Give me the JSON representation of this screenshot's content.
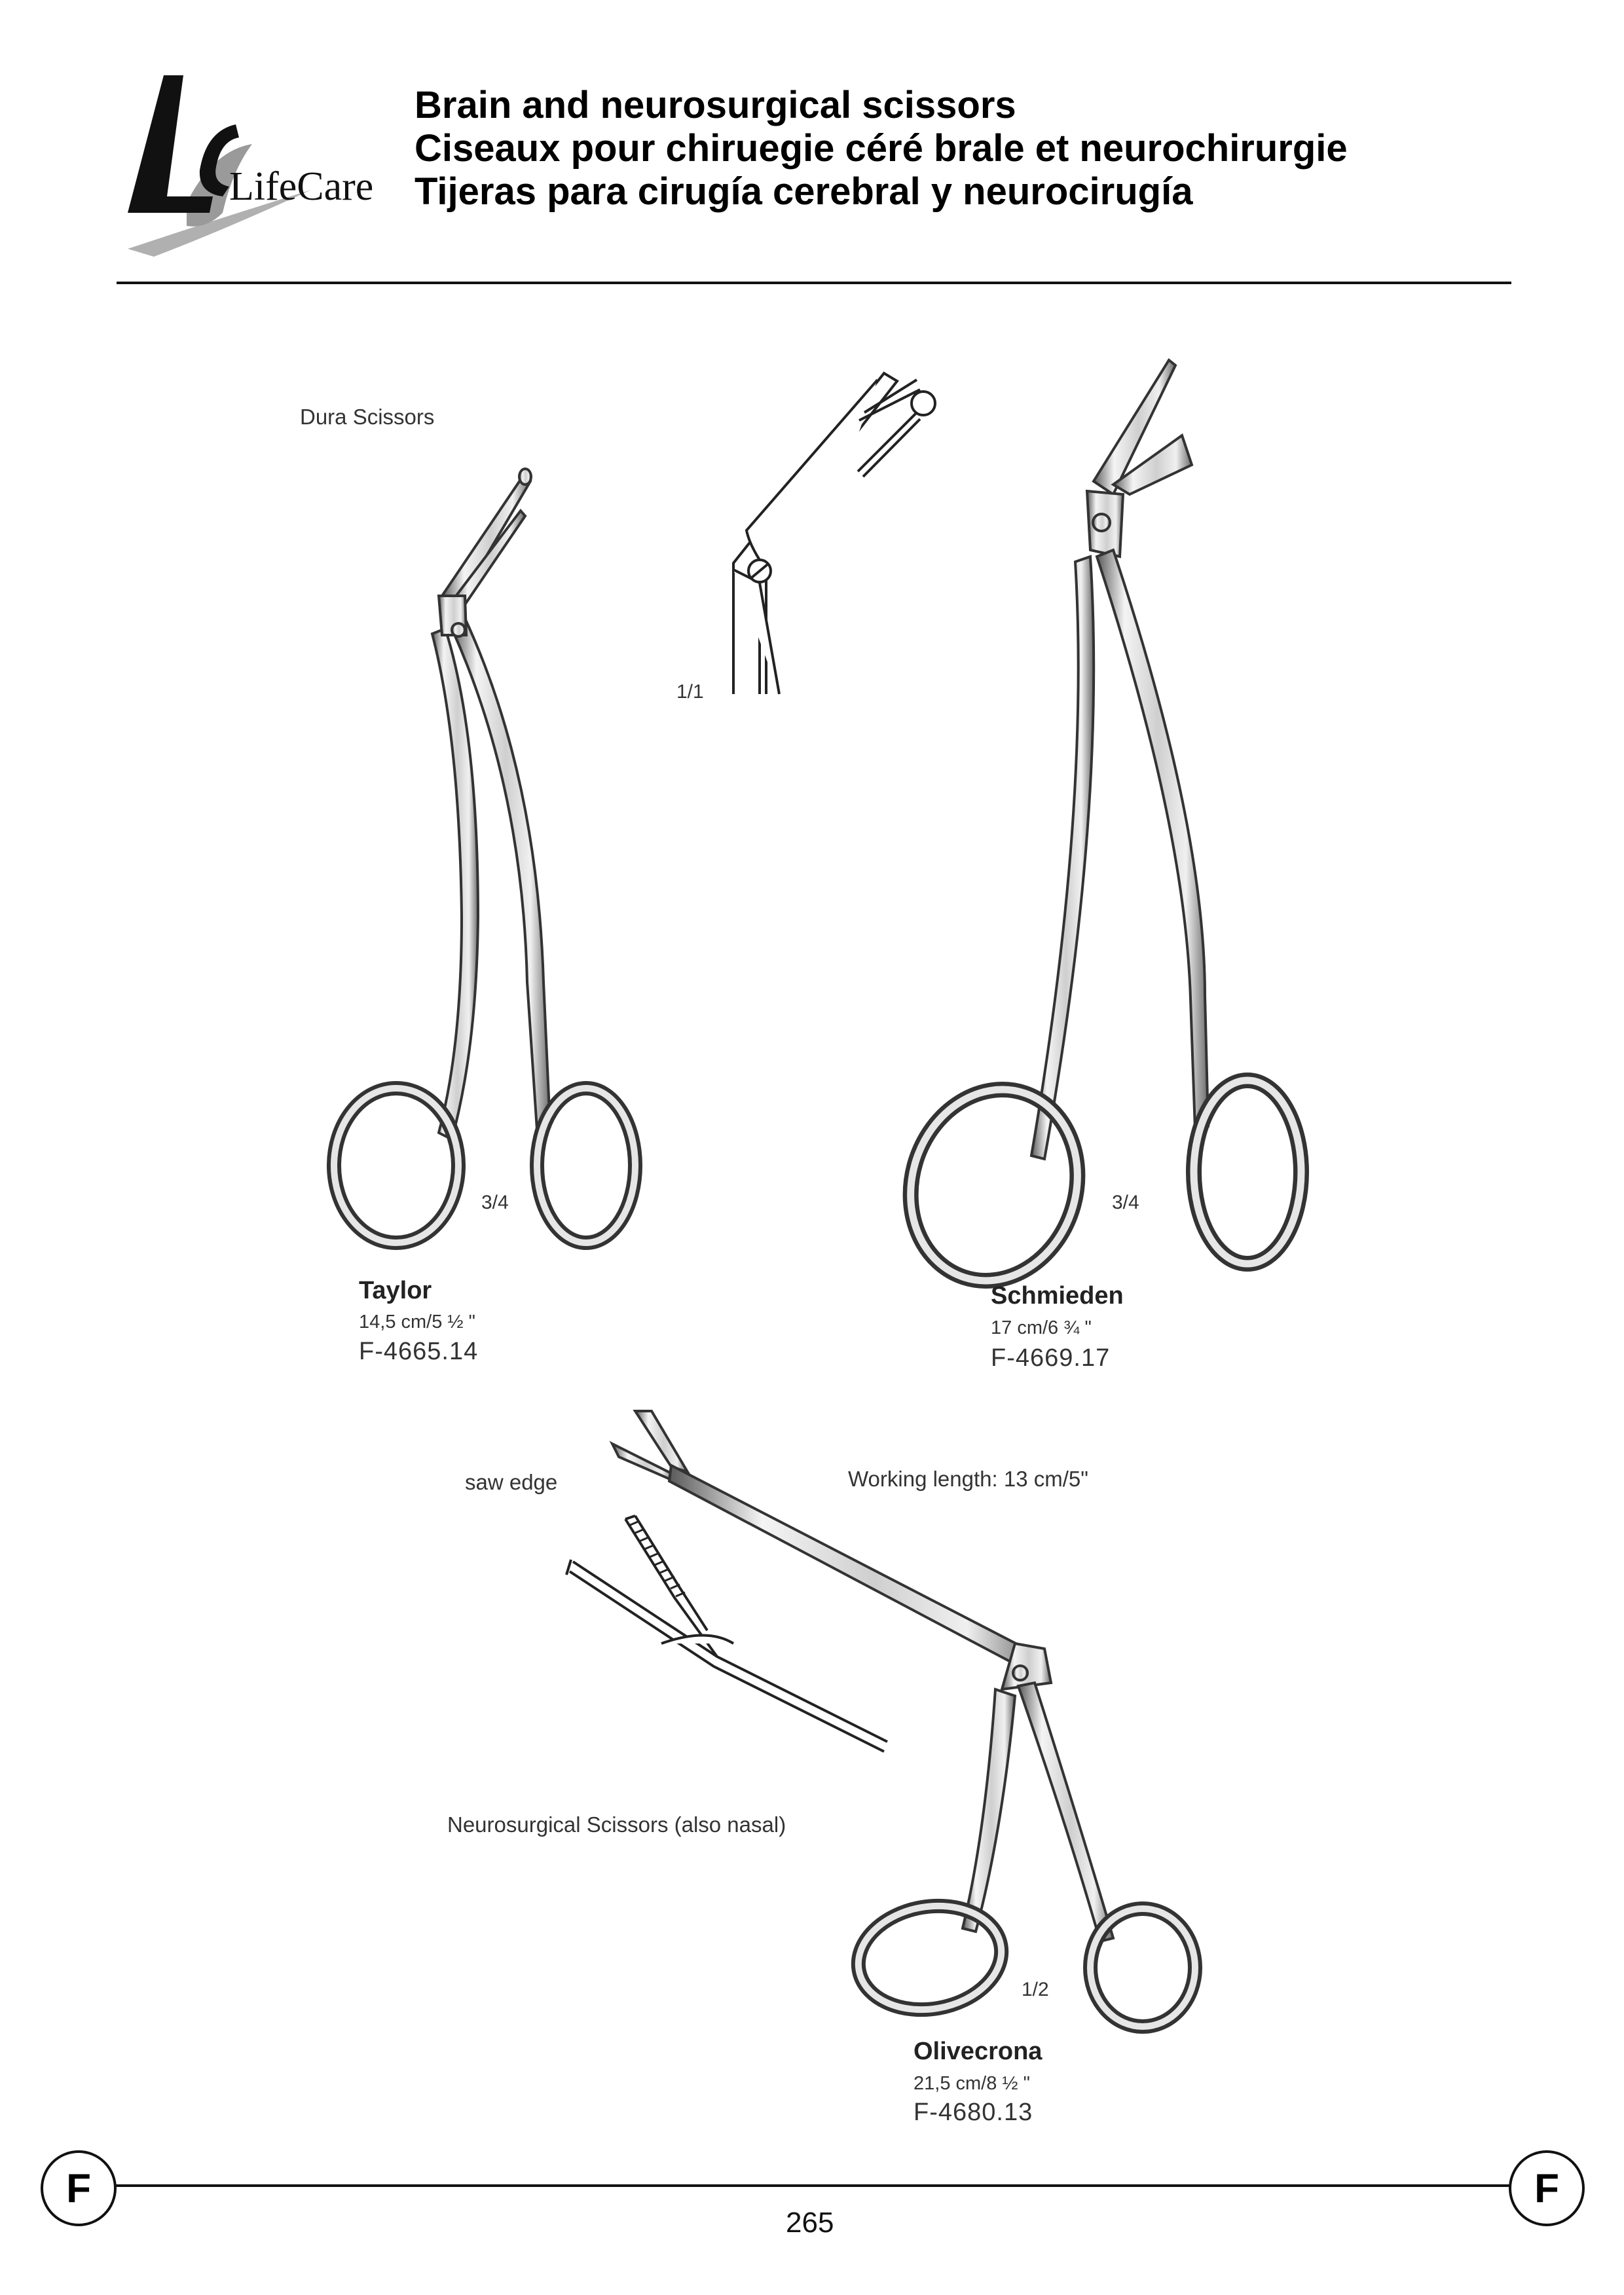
{
  "header": {
    "brand": "LifeCare",
    "titles": [
      "Brain and neurosurgical scissors",
      "Ciseaux pour chiruegie céré brale et neurochirurgie",
      "Tijeras para cirugía cerebral y neurocirugía"
    ]
  },
  "labels": {
    "dura": "Dura Scissors",
    "saw_edge": "saw edge",
    "working_length": "Working length: 13 cm/5\"",
    "neuro": "Neurosurgical Scissors (also nasal)"
  },
  "scales": {
    "detail": "1/1",
    "taylor": "3/4",
    "schmieden": "3/4",
    "olivecrona": "1/2"
  },
  "products": [
    {
      "name": "Taylor",
      "size": "14,5 cm/5 ½ \"",
      "code_prefix": "F",
      "code": "-4665.14"
    },
    {
      "name": "Schmieden",
      "size": "17 cm/6 ¾ \"",
      "code_prefix": "F",
      "code": "-4669.17"
    },
    {
      "name": "Olivecrona",
      "size": "21,5 cm/8 ½ \"",
      "code_prefix": "F",
      "code": "-4680.13"
    }
  ],
  "footer": {
    "section_letter": "F",
    "page_number": "265"
  },
  "colors": {
    "logo_black": "#111111",
    "logo_grey": "#9a9a9a",
    "steel_light": "#e9e9e9",
    "steel_dark": "#6a6a6a"
  }
}
